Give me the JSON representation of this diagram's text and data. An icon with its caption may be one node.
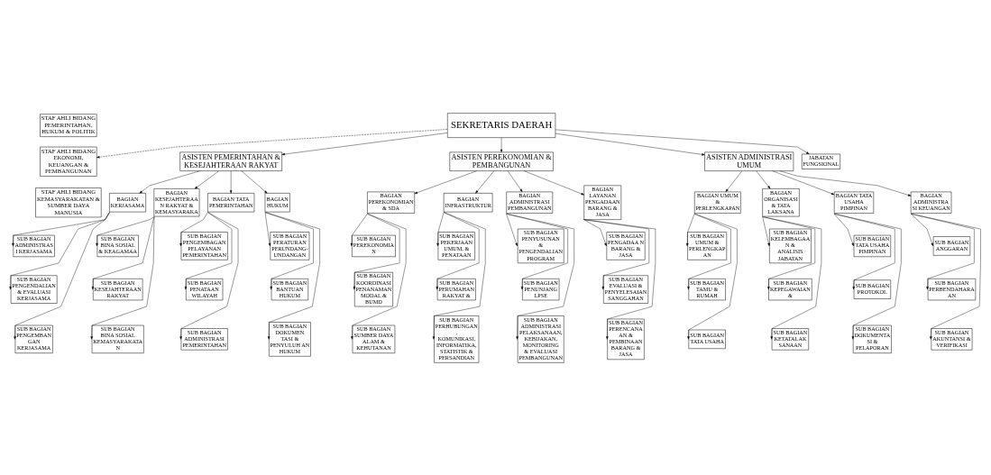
{
  "diagram": {
    "nodes": [
      {
        "text": [
          "SEKRETARIS DAERAH"
        ]
      },
      {
        "text": [
          "STAF AHLI BIDANG PEMERINTAHAN, HUKUM & POLITIK"
        ]
      },
      {
        "text": [
          "STAF AHLI BIDANG EKONOMI, KEUANGAN & PEMBANGUNAN"
        ]
      },
      {
        "text": [
          "STAF AHLI BIDANG KEMASYARAKATAN & SUMBER DAYA MANUSIA"
        ]
      },
      {
        "text": [
          "JABATAN FUNGSIONAL"
        ]
      },
      {
        "text": [
          "ASISTEN PEMERINTAHAN & KESEJAHTERAAN RAKYAT"
        ]
      },
      {
        "text": [
          "ASISTEN PEREKONOMIAN & PEMBANGUNAN"
        ]
      },
      {
        "text": [
          "ASISTEN ADMINISTRASI UMUM"
        ]
      },
      {
        "text": [
          "BAGIAN KERJASAMA"
        ]
      },
      {
        "text": [
          "BAGIAN KESEJAHTERAA N RAKYAT & KEMASYARAKA"
        ]
      },
      {
        "text": [
          "BAGIAN TATA PEMERINTAHAN"
        ]
      },
      {
        "text": [
          "BAGIAN HUKUM"
        ]
      },
      {
        "text": [
          "BAGIAN PEREKONOMIAN & SDA"
        ]
      },
      {
        "text": [
          "BAGIAN INFRASTRUKTUR"
        ]
      },
      {
        "text": [
          "BAGIAN ADMINISTRASI PEMBANGUNAN"
        ]
      },
      {
        "text": [
          "BAGIAN LAYANAN PENGADAAN BARANG & JASA"
        ]
      },
      {
        "text": [
          "BAGIAN UMUM & PERLENGKAPAN"
        ]
      },
      {
        "text": [
          "BAGIAN ORGANISASI & TATA LAKSANA"
        ]
      },
      {
        "text": [
          "BAGIAN TATA USAHA PIMPINAN"
        ]
      },
      {
        "text": [
          "BAGIAN ADMINISTRA SI KEUANGAN"
        ]
      },
      {
        "text": [
          "SUB BAGIAN ADMINISTRAS I KERJASAMA"
        ]
      },
      {
        "text": [
          "SUB BAGIAN PENGENDALIAN & EVALUASI KERJASAMA"
        ]
      },
      {
        "text": [
          "SUB BAGIAN PENGEMBAN GAN KERJASAMA"
        ]
      },
      {
        "text": [
          "SUB BAGIAN BINA SOSIAL & KEAGAMAA"
        ]
      },
      {
        "text": [
          "SUB BAGIAN KESEJAHTERAAN RAKYAT"
        ]
      },
      {
        "text": [
          "SUB BAGIAN BINA SOSIAL KEMASYARAKATA N"
        ]
      },
      {
        "text": [
          "SUB BAGIAN PENGEMBAGAN PELAYANAN PEMERINTAHAN"
        ]
      },
      {
        "text": [
          "SUB BAGIAN PENATAAN WILAYAH"
        ]
      },
      {
        "text": [
          "SUB BAGIAN ADMINISTRASI PEMERINTAHAN"
        ]
      },
      {
        "text": [
          "SUB BAGIAN PERATURAN PERUNDANG-UNDANGAN"
        ]
      },
      {
        "text": [
          "SUB BAGIAN BANTUAN HUKUM"
        ]
      },
      {
        "text": [
          "SUB BAGIAN DOKUMEN TASI & PENYULUH AN HUKUM"
        ]
      },
      {
        "text": [
          "SUB BAGIAN PEREKONOMIA N"
        ]
      },
      {
        "text": [
          "SUB BAGIAN KOORDINASI PENANAMAN MODAL & BUMD"
        ]
      },
      {
        "text": [
          "SUB BAGIAN SUMBER DAYA ALAM & KEHUTANAN"
        ]
      },
      {
        "text": [
          "SUB BAGIAN PEKERJAAN UMUM, & PENATAAN"
        ]
      },
      {
        "text": [
          "SUB BAGIAN PERUMAHAN RAKYAT &"
        ]
      },
      {
        "text": [
          "SUB BAGIAN PERHUBUNGAN , KOMUNIKASI, INFORMATIKA, STATISTIK & PERSANDIAN"
        ]
      },
      {
        "text": [
          "SUB BAGIAN PENYUSUNAN & PENGENDALIAN PROGRAM"
        ]
      },
      {
        "text": [
          "SUB BAGIAN PENUNJANG LPSE"
        ]
      },
      {
        "text": [
          "SUB BAGIAN ADMINISTRASI PELAKSANAAN, KEBIJAKAN, MONITORING & EVALUASI PEMBANGUNAN"
        ]
      },
      {
        "text": [
          "SUB BAGIAN PENGADAA N BARANG & JASA"
        ]
      },
      {
        "text": [
          "SUB BAGIAN EVALUASI & PENYELESAIAN SANGGAHAN"
        ]
      },
      {
        "text": [
          "SUB BAGIAN PERENCANA AN & PEMBINAAN BARANG & JASA"
        ]
      },
      {
        "text": [
          "SUB BAGIAN UMUM & PERLENGKAP AN"
        ]
      },
      {
        "text": [
          "SUB BAGIAN TAMU & RUMAH"
        ]
      },
      {
        "text": [
          "SUB BAGIAN TATA USAHA"
        ]
      },
      {
        "text": [
          "SUB BAGIAN KELEMBAGAA N & ANALISIS JABATAN"
        ]
      },
      {
        "text": [
          "SUB BAGIAN KEPEGAWAIAN &"
        ]
      },
      {
        "text": [
          "SUB BAGIAN KETATALAK SANAAN"
        ]
      },
      {
        "text": [
          "SUB BAGIAN TATA USAHA PIMPINAN"
        ]
      },
      {
        "text": [
          "SUB BAGIAN PROTOKOL"
        ]
      },
      {
        "text": [
          "SUB BAGIAN DOKUMENTA SI & PELAPORAN"
        ]
      },
      {
        "text": [
          "SUB BAGIAN ANGGARAN"
        ]
      },
      {
        "text": [
          "SUB BAGIAN PERBENDAHARA AN"
        ]
      },
      {
        "text": [
          "SUB BAGIAN AKUNTANSI & VERIFIKASI"
        ]
      }
    ],
    "edges": [
      {
        "from": 0,
        "to": 2,
        "arrow": "to",
        "style": "dashed"
      },
      {
        "from": 0,
        "to": 4,
        "arrow": "to"
      },
      {
        "from": 0,
        "to": 5,
        "arrow": "to"
      },
      {
        "from": 0,
        "to": 6,
        "arrow": "to"
      },
      {
        "from": 0,
        "to": 7,
        "arrow": "to"
      },
      {
        "from": 5,
        "to": 8,
        "arrow": "to"
      },
      {
        "from": 5,
        "to": 9,
        "arrow": "to"
      },
      {
        "from": 5,
        "to": 10,
        "arrow": "to"
      },
      {
        "from": 5,
        "to": 11,
        "arrow": "to"
      },
      {
        "from": 6,
        "to": 12,
        "arrow": "to"
      },
      {
        "from": 6,
        "to": 13,
        "arrow": "to"
      },
      {
        "from": 6,
        "to": 14,
        "arrow": "to"
      },
      {
        "from": 6,
        "to": 15,
        "arrow": "to"
      },
      {
        "from": 7,
        "to": 16,
        "arrow": "to"
      },
      {
        "from": 7,
        "to": 17,
        "arrow": "to"
      },
      {
        "from": 7,
        "to": 18,
        "arrow": "to"
      },
      {
        "from": 7,
        "to": 19,
        "arrow": "to"
      },
      {
        "from": 8,
        "to": 20,
        "arrow": "to"
      },
      {
        "from": 8,
        "to": 21,
        "arrow": "to"
      },
      {
        "from": 8,
        "to": 22,
        "arrow": "to"
      },
      {
        "from": 9,
        "to": 23,
        "arrow": "to"
      },
      {
        "from": 9,
        "to": 24,
        "arrow": "to"
      },
      {
        "from": 9,
        "to": 25,
        "arrow": "to"
      },
      {
        "from": 10,
        "to": 26,
        "arrow": "to"
      },
      {
        "from": 10,
        "to": 27,
        "arrow": "to"
      },
      {
        "from": 10,
        "to": 28,
        "arrow": "to"
      },
      {
        "from": 11,
        "to": 29,
        "arrow": "to"
      },
      {
        "from": 11,
        "to": 30,
        "arrow": "to"
      },
      {
        "from": 11,
        "to": 31,
        "arrow": "to"
      },
      {
        "from": 12,
        "to": 32,
        "arrow": "to"
      },
      {
        "from": 12,
        "to": 33,
        "arrow": "to"
      },
      {
        "from": 12,
        "to": 34,
        "arrow": "to"
      },
      {
        "from": 13,
        "to": 35,
        "arrow": "to"
      },
      {
        "from": 13,
        "to": 36,
        "arrow": "to"
      },
      {
        "from": 13,
        "to": 37,
        "arrow": "to"
      },
      {
        "from": 14,
        "to": 38,
        "arrow": "to"
      },
      {
        "from": 14,
        "to": 39,
        "arrow": "to"
      },
      {
        "from": 14,
        "to": 40,
        "arrow": "to"
      },
      {
        "from": 15,
        "to": 41,
        "arrow": "to"
      },
      {
        "from": 15,
        "to": 42,
        "arrow": "to"
      },
      {
        "from": 15,
        "to": 43,
        "arrow": "to"
      },
      {
        "from": 16,
        "to": 44,
        "arrow": "to"
      },
      {
        "from": 16,
        "to": 45,
        "arrow": "to"
      },
      {
        "from": 16,
        "to": 46,
        "arrow": "to"
      },
      {
        "from": 17,
        "to": 47,
        "arrow": "to"
      },
      {
        "from": 17,
        "to": 48,
        "arrow": "to"
      },
      {
        "from": 17,
        "to": 49,
        "arrow": "to"
      },
      {
        "from": 18,
        "to": 50,
        "arrow": "to"
      },
      {
        "from": 18,
        "to": 51,
        "arrow": "to"
      },
      {
        "from": 18,
        "to": 52,
        "arrow": "to"
      },
      {
        "from": 19,
        "to": 53,
        "arrow": "to"
      },
      {
        "from": 19,
        "to": 54,
        "arrow": "to"
      },
      {
        "from": 19,
        "to": 55,
        "arrow": "to"
      }
    ]
  }
}
